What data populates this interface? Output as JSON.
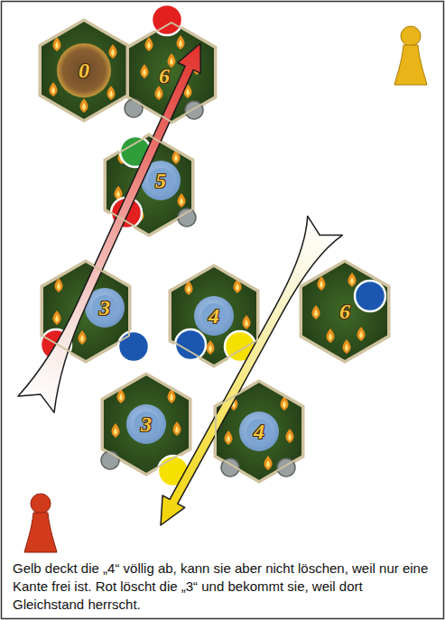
{
  "diagram": {
    "caption": "Gelb deckt die „4“ völlig ab, kann sie aber nicht löschen, weil nur eine Kante frei ist. Rot löscht die „3“ und bekommt sie, weil dort Gleichstand herrscht.",
    "nodes": [
      {
        "text": [
          "0"
        ]
      },
      {
        "text": [
          "6"
        ]
      },
      {
        "text": [
          "5"
        ]
      },
      {
        "text": [
          "3"
        ]
      },
      {
        "text": [
          "4"
        ]
      },
      {
        "text": [
          "6"
        ]
      },
      {
        "text": [
          "3"
        ]
      },
      {
        "text": [
          "4"
        ]
      }
    ]
  }
}
